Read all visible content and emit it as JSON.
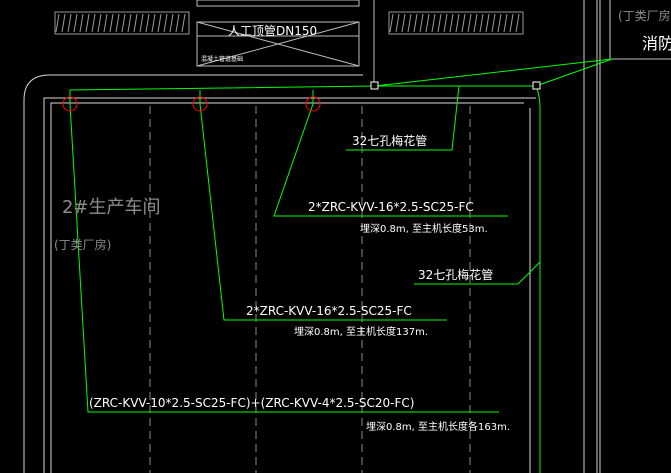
{
  "building": {
    "name": "2#生产车间",
    "class": "(丁类厂房)"
  },
  "top_right": {
    "class": "(丁类厂房)",
    "fire_label": "消防"
  },
  "top_center": {
    "box_label": "人工顶管DN150",
    "small_label": "混凝土管道基础"
  },
  "pipe_labels": {
    "upper": "32七孔梅花管",
    "lower": "32七孔梅花管"
  },
  "cables": [
    {
      "spec": "2*ZRC-KVV-16*2.5-SC25-FC",
      "note": "埋深0.8m, 至主机长度53m."
    },
    {
      "spec": "2*ZRC-KVV-16*2.5-SC25-FC",
      "note": "埋深0.8m, 至主机长度137m."
    },
    {
      "spec": "(ZRC-KVV-10*2.5-SC25-FC)+(ZRC-KVV-4*2.5-SC20-FC)",
      "note": "埋深0.8m, 至主机长度各163m."
    }
  ],
  "colors": {
    "background": "#000000",
    "cable_line": "#00ff00",
    "node_marker": "#ff0000",
    "building_outline": "#ffffff",
    "text": "#ffffff",
    "dim_text": "#8c8c8c"
  }
}
